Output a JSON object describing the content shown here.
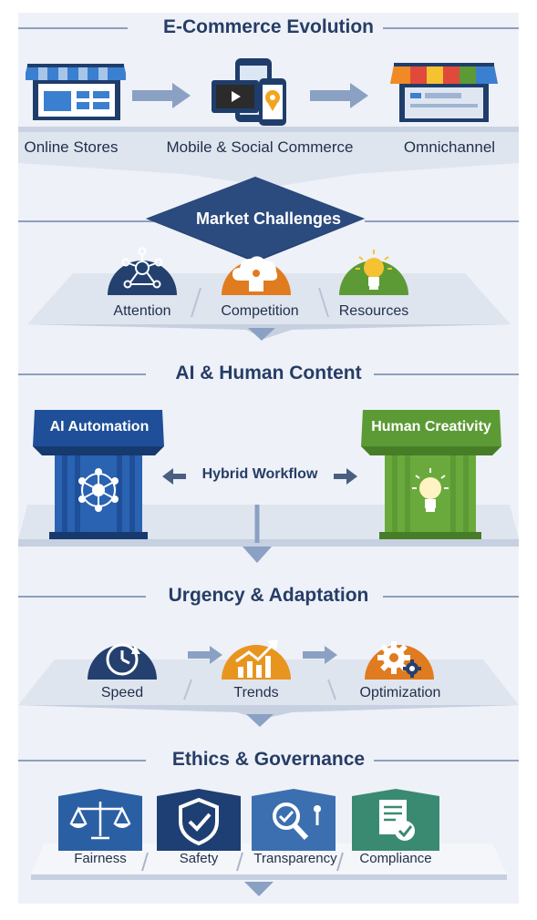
{
  "sections": {
    "evolution": {
      "title": "E-Commerce Evolution",
      "items": [
        {
          "label": "Online Stores",
          "icon": "storefront-icon"
        },
        {
          "label": "Mobile & Social Commerce",
          "icon": "mobile-devices-icon"
        },
        {
          "label": "Omnichannel",
          "icon": "omnichannel-store-icon"
        }
      ]
    },
    "challenges": {
      "title": "Market Challenges",
      "items": [
        {
          "label": "Attention",
          "icon": "network-icon"
        },
        {
          "label": "Competition",
          "icon": "cloud-cluster-icon"
        },
        {
          "label": "Resources",
          "icon": "lightbulb-icon"
        }
      ]
    },
    "ai_human": {
      "title": "AI & Human Content",
      "left": "AI Automation",
      "right": "Human Creativity",
      "connector": "Hybrid Workflow"
    },
    "urgency": {
      "title": "Urgency & Adaptation",
      "items": [
        {
          "label": "Speed",
          "icon": "clock-icon"
        },
        {
          "label": "Trends",
          "icon": "trend-chart-icon"
        },
        {
          "label": "Optimization",
          "icon": "gears-icon"
        }
      ]
    },
    "ethics": {
      "title": "Ethics & Governance",
      "items": [
        {
          "label": "Fairness",
          "icon": "scales-icon"
        },
        {
          "label": "Safety",
          "icon": "shield-check-icon"
        },
        {
          "label": "Transparency",
          "icon": "magnifier-icon"
        },
        {
          "label": "Compliance",
          "icon": "document-check-icon"
        }
      ]
    }
  },
  "colors": {
    "navy": "#263d66",
    "blue": "#2f64ae",
    "orange": "#e07b1f",
    "green": "#5c9a35",
    "teal": "#3a8a72",
    "background": "#eef1f7"
  }
}
